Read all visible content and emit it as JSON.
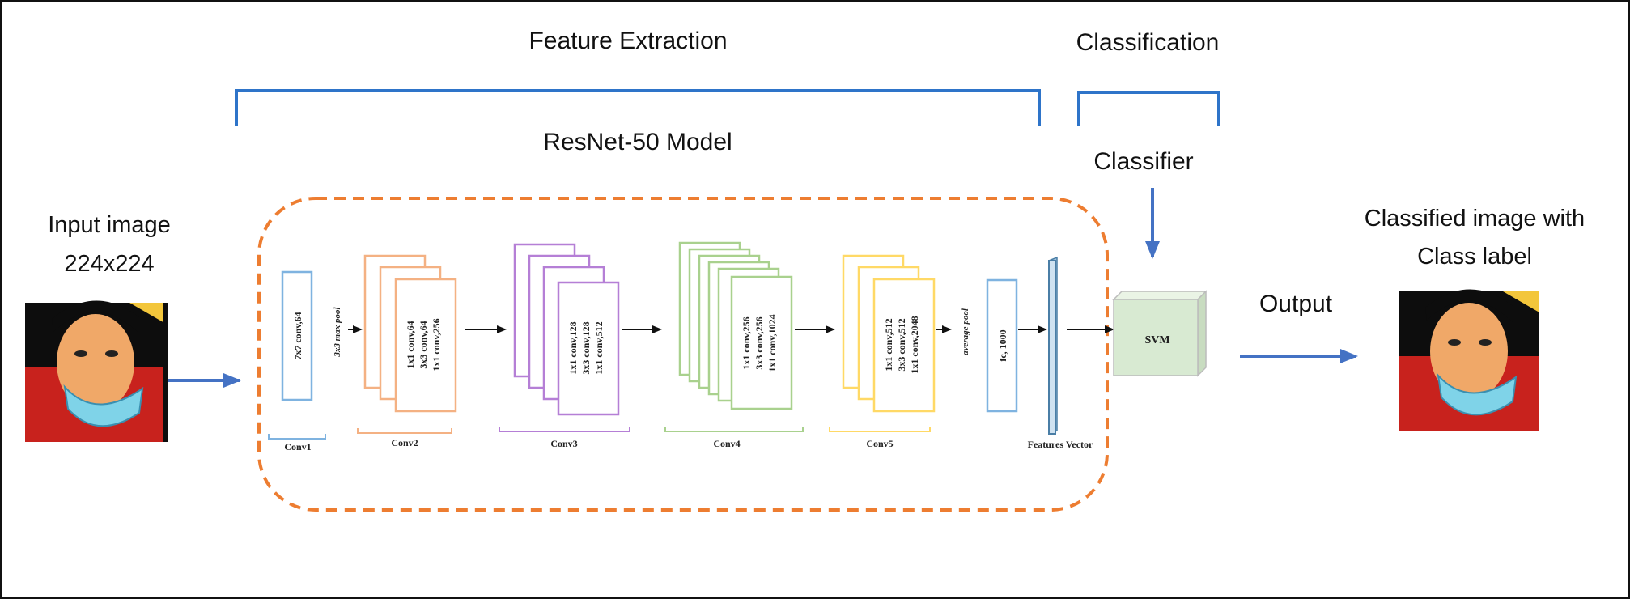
{
  "labels": {
    "feature_extraction": "Feature Extraction",
    "classification": "Classification",
    "model_name": "ResNet-50 Model",
    "classifier": "Classifier",
    "input_line1": "Input image",
    "input_line2": "224x224",
    "output_line1": "Classified image with",
    "output_line2": "Class label",
    "output_arrow": "Output"
  },
  "stages": {
    "conv1": {
      "layer": "7x7 conv,64",
      "name": "Conv1",
      "color": "#7fb3e0"
    },
    "pool1": "3x3 max pool",
    "conv2": {
      "lines": [
        "1x1 conv,64",
        "3x3 conv,64",
        "1x1 conv,256"
      ],
      "name": "Conv2",
      "color": "#f4b183"
    },
    "conv3": {
      "lines": [
        "1x1 conv,128",
        "3x3 conv,128",
        "1x1 conv,512"
      ],
      "name": "Conv3",
      "color": "#b57fd6"
    },
    "conv4": {
      "lines": [
        "1x1 conv,256",
        "3x3 conv,256",
        "1x1 conv,1024"
      ],
      "name": "Conv4",
      "color": "#a9d18e"
    },
    "conv5": {
      "lines": [
        "1x1 conv,512",
        "3x3 conv,512",
        "1x1 conv,2048"
      ],
      "name": "Conv5",
      "color": "#ffd966"
    },
    "pool2": "average pool",
    "fc": {
      "layer": "fc, 1000",
      "color": "#7fb3e0"
    },
    "features_vector": "Features Vector",
    "svm": "SVM"
  },
  "colors": {
    "bracket": "#2e74c9",
    "arrow": "#4472c4",
    "dashed_box": "#ed7d31",
    "svm_fill": "#d8ead2"
  }
}
